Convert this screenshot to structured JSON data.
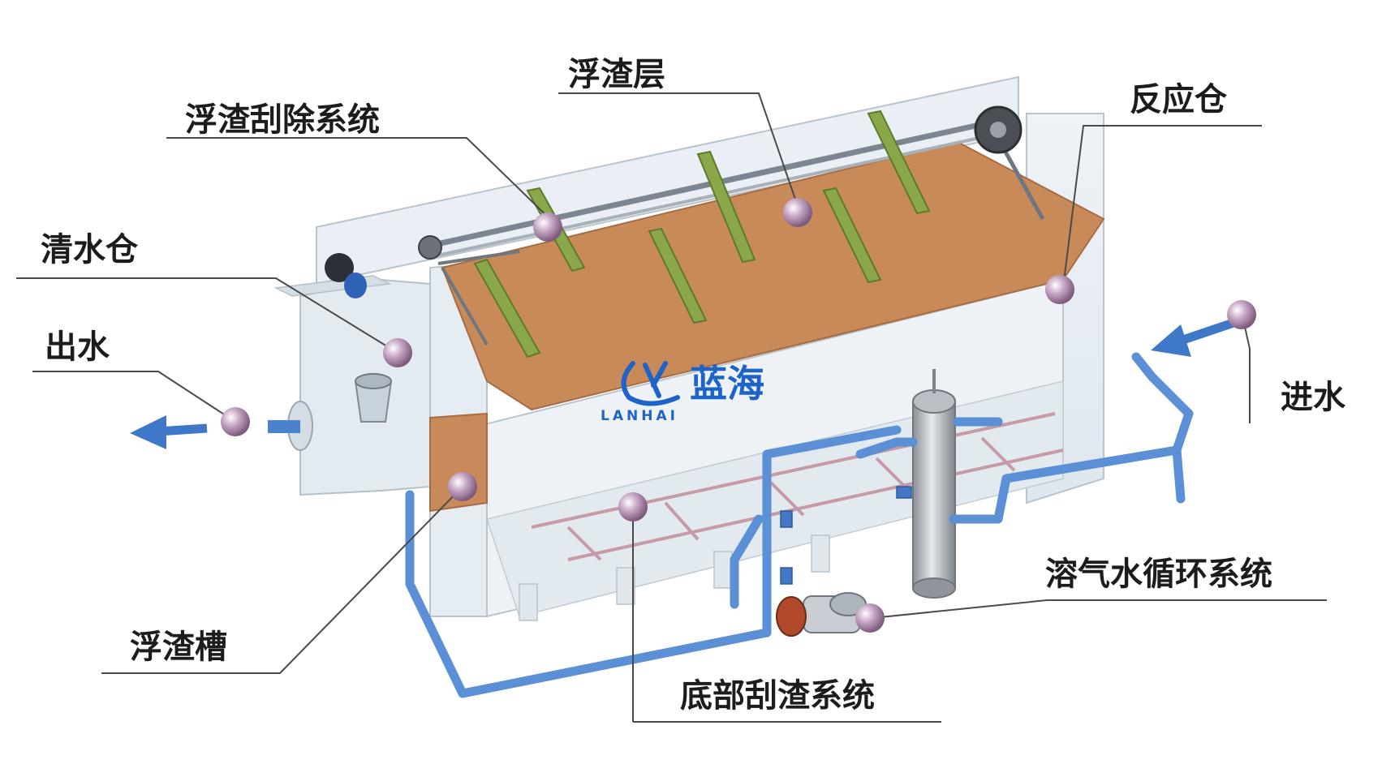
{
  "labels": {
    "scum_layer": "浮渣层",
    "scum_scraper_system": "浮渣刮除系统",
    "reaction_tank": "反应仓",
    "clear_water_tank": "清水仓",
    "outlet": "出水",
    "inlet": "进水",
    "dissolved_air_system": "溶气水循环系统",
    "scum_trough": "浮渣槽",
    "bottom_scraper_system": "底部刮渣系统"
  },
  "logo": {
    "cn": "蓝海",
    "en": "LANHAI"
  },
  "colors": {
    "pipe_blue": "#5b8fd6",
    "arrow_blue": "#3f78c8",
    "scum_brown": "#c98a5a",
    "scraper_green": "#8aa84a",
    "tank_wall": "#e4edf3",
    "marker": "#a77fa6",
    "leader_line": "#4a4a4a",
    "logo_blue": "#1e64c8"
  }
}
